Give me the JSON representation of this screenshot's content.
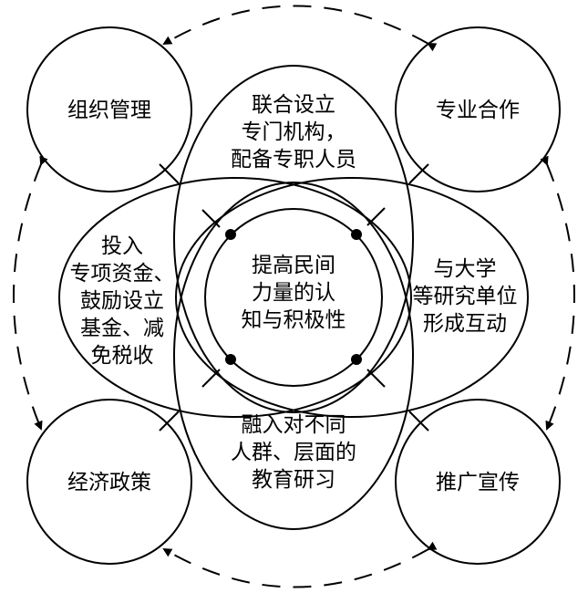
{
  "center": {
    "lines": [
      "提高民间",
      "力量的认",
      "知与积极性"
    ]
  },
  "top_ellipse": {
    "lines": [
      "联合设立",
      "专门机构，",
      "配备专职人员"
    ]
  },
  "left_ellipse": {
    "lines": [
      "投入",
      "专项资金、",
      "鼓励设立",
      "基金、减",
      "免税收"
    ]
  },
  "right_ellipse": {
    "lines": [
      "与大学",
      "等研究单位",
      "形成互动"
    ]
  },
  "bottom_ellipse": {
    "lines": [
      "融入对不同",
      "人群、层面的",
      "教育研习"
    ]
  },
  "corners": {
    "top_left": "组织管理",
    "top_right": "专业合作",
    "bottom_left": "经济政策",
    "bottom_right": "推广宣传"
  },
  "colors": {
    "line": "#000000",
    "background": "#ffffff"
  }
}
